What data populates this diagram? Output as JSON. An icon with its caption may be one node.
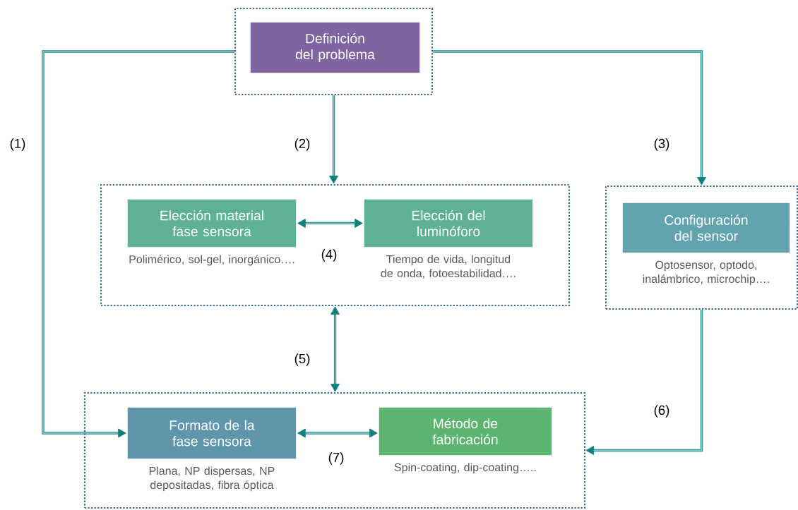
{
  "diagram": {
    "nodes": [
      {
        "text": [],
        "shape": "box"
      },
      {
        "text": [
          "Definición del problema"
        ],
        "in": 0
      },
      {
        "text": [],
        "shape": "box"
      },
      {
        "text": [
          "Elección material fase sensora"
        ],
        "in": 2,
        "beside": [
          "Polimérico, sol-gel, inorgánico…."
        ]
      },
      {
        "text": [
          "Elección del luminóforo"
        ],
        "in": 2,
        "beside": [
          "Tiempo de vida, longitud de onda, fotoestabilidad…."
        ]
      },
      {
        "text": [],
        "shape": "box"
      },
      {
        "text": [
          "Configuración del sensor"
        ],
        "in": 5,
        "beside": [
          "Optosensor, optodo, inalámbrico, microchip…."
        ]
      },
      {
        "text": [],
        "shape": "box"
      },
      {
        "text": [
          "Formato de la fase sensora"
        ],
        "in": 7,
        "beside": [
          "Plana, NP dispersas, NP depositadas, fibra óptica"
        ]
      },
      {
        "text": [
          "Método de fabricación"
        ],
        "in": 7,
        "beside": [
          "Spin-coating, dip-coating….."
        ]
      }
    ],
    "edges": [
      {
        "from": 0,
        "to": 8,
        "arrow": "to",
        "label": "(1)"
      },
      {
        "from": 0,
        "to": 2,
        "arrow": "to",
        "label": "(2)"
      },
      {
        "from": 0,
        "to": 5,
        "arrow": "to",
        "label": "(3)"
      },
      {
        "from": 3,
        "to": 4,
        "arrow": "both",
        "label": "(4)"
      },
      {
        "from": 2,
        "to": 7,
        "arrow": "both",
        "label": "(5)"
      },
      {
        "from": 5,
        "to": 7,
        "arrow": "to",
        "label": "(6)"
      },
      {
        "from": 8,
        "to": 9,
        "arrow": "both",
        "label": "(7)"
      }
    ]
  }
}
